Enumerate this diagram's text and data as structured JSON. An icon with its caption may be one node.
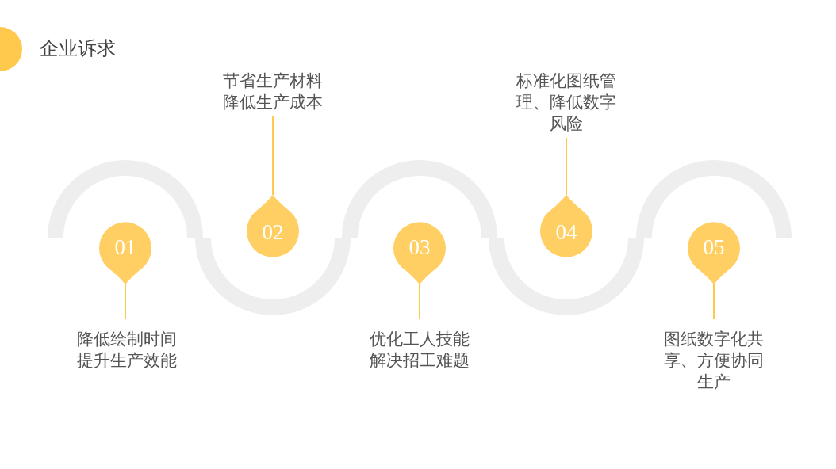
{
  "diagram": {
    "title": "企业诉求",
    "nodes": [
      {
        "text": [
          "01"
        ]
      },
      {
        "text": [
          "降低绘制时间提升生产效能"
        ]
      },
      {
        "text": [
          "02"
        ]
      },
      {
        "text": [
          "节省生产材料降低生产成本"
        ]
      },
      {
        "text": [
          "03"
        ]
      },
      {
        "text": [
          "优化工人技能解决招工难题"
        ]
      },
      {
        "text": [
          "04"
        ]
      },
      {
        "text": [
          "标准化图纸管理、降低数字风险"
        ]
      },
      {
        "text": [
          "05"
        ]
      },
      {
        "text": [
          "图纸数字化共享、方便协同生产"
        ]
      }
    ],
    "edges": [
      {
        "from": 0,
        "to": 1,
        "arrow": "none"
      },
      {
        "from": 2,
        "to": 3,
        "arrow": "none"
      },
      {
        "from": 4,
        "to": 5,
        "arrow": "none"
      },
      {
        "from": 6,
        "to": 7,
        "arrow": "none"
      },
      {
        "from": 8,
        "to": 9,
        "arrow": "none"
      }
    ]
  }
}
